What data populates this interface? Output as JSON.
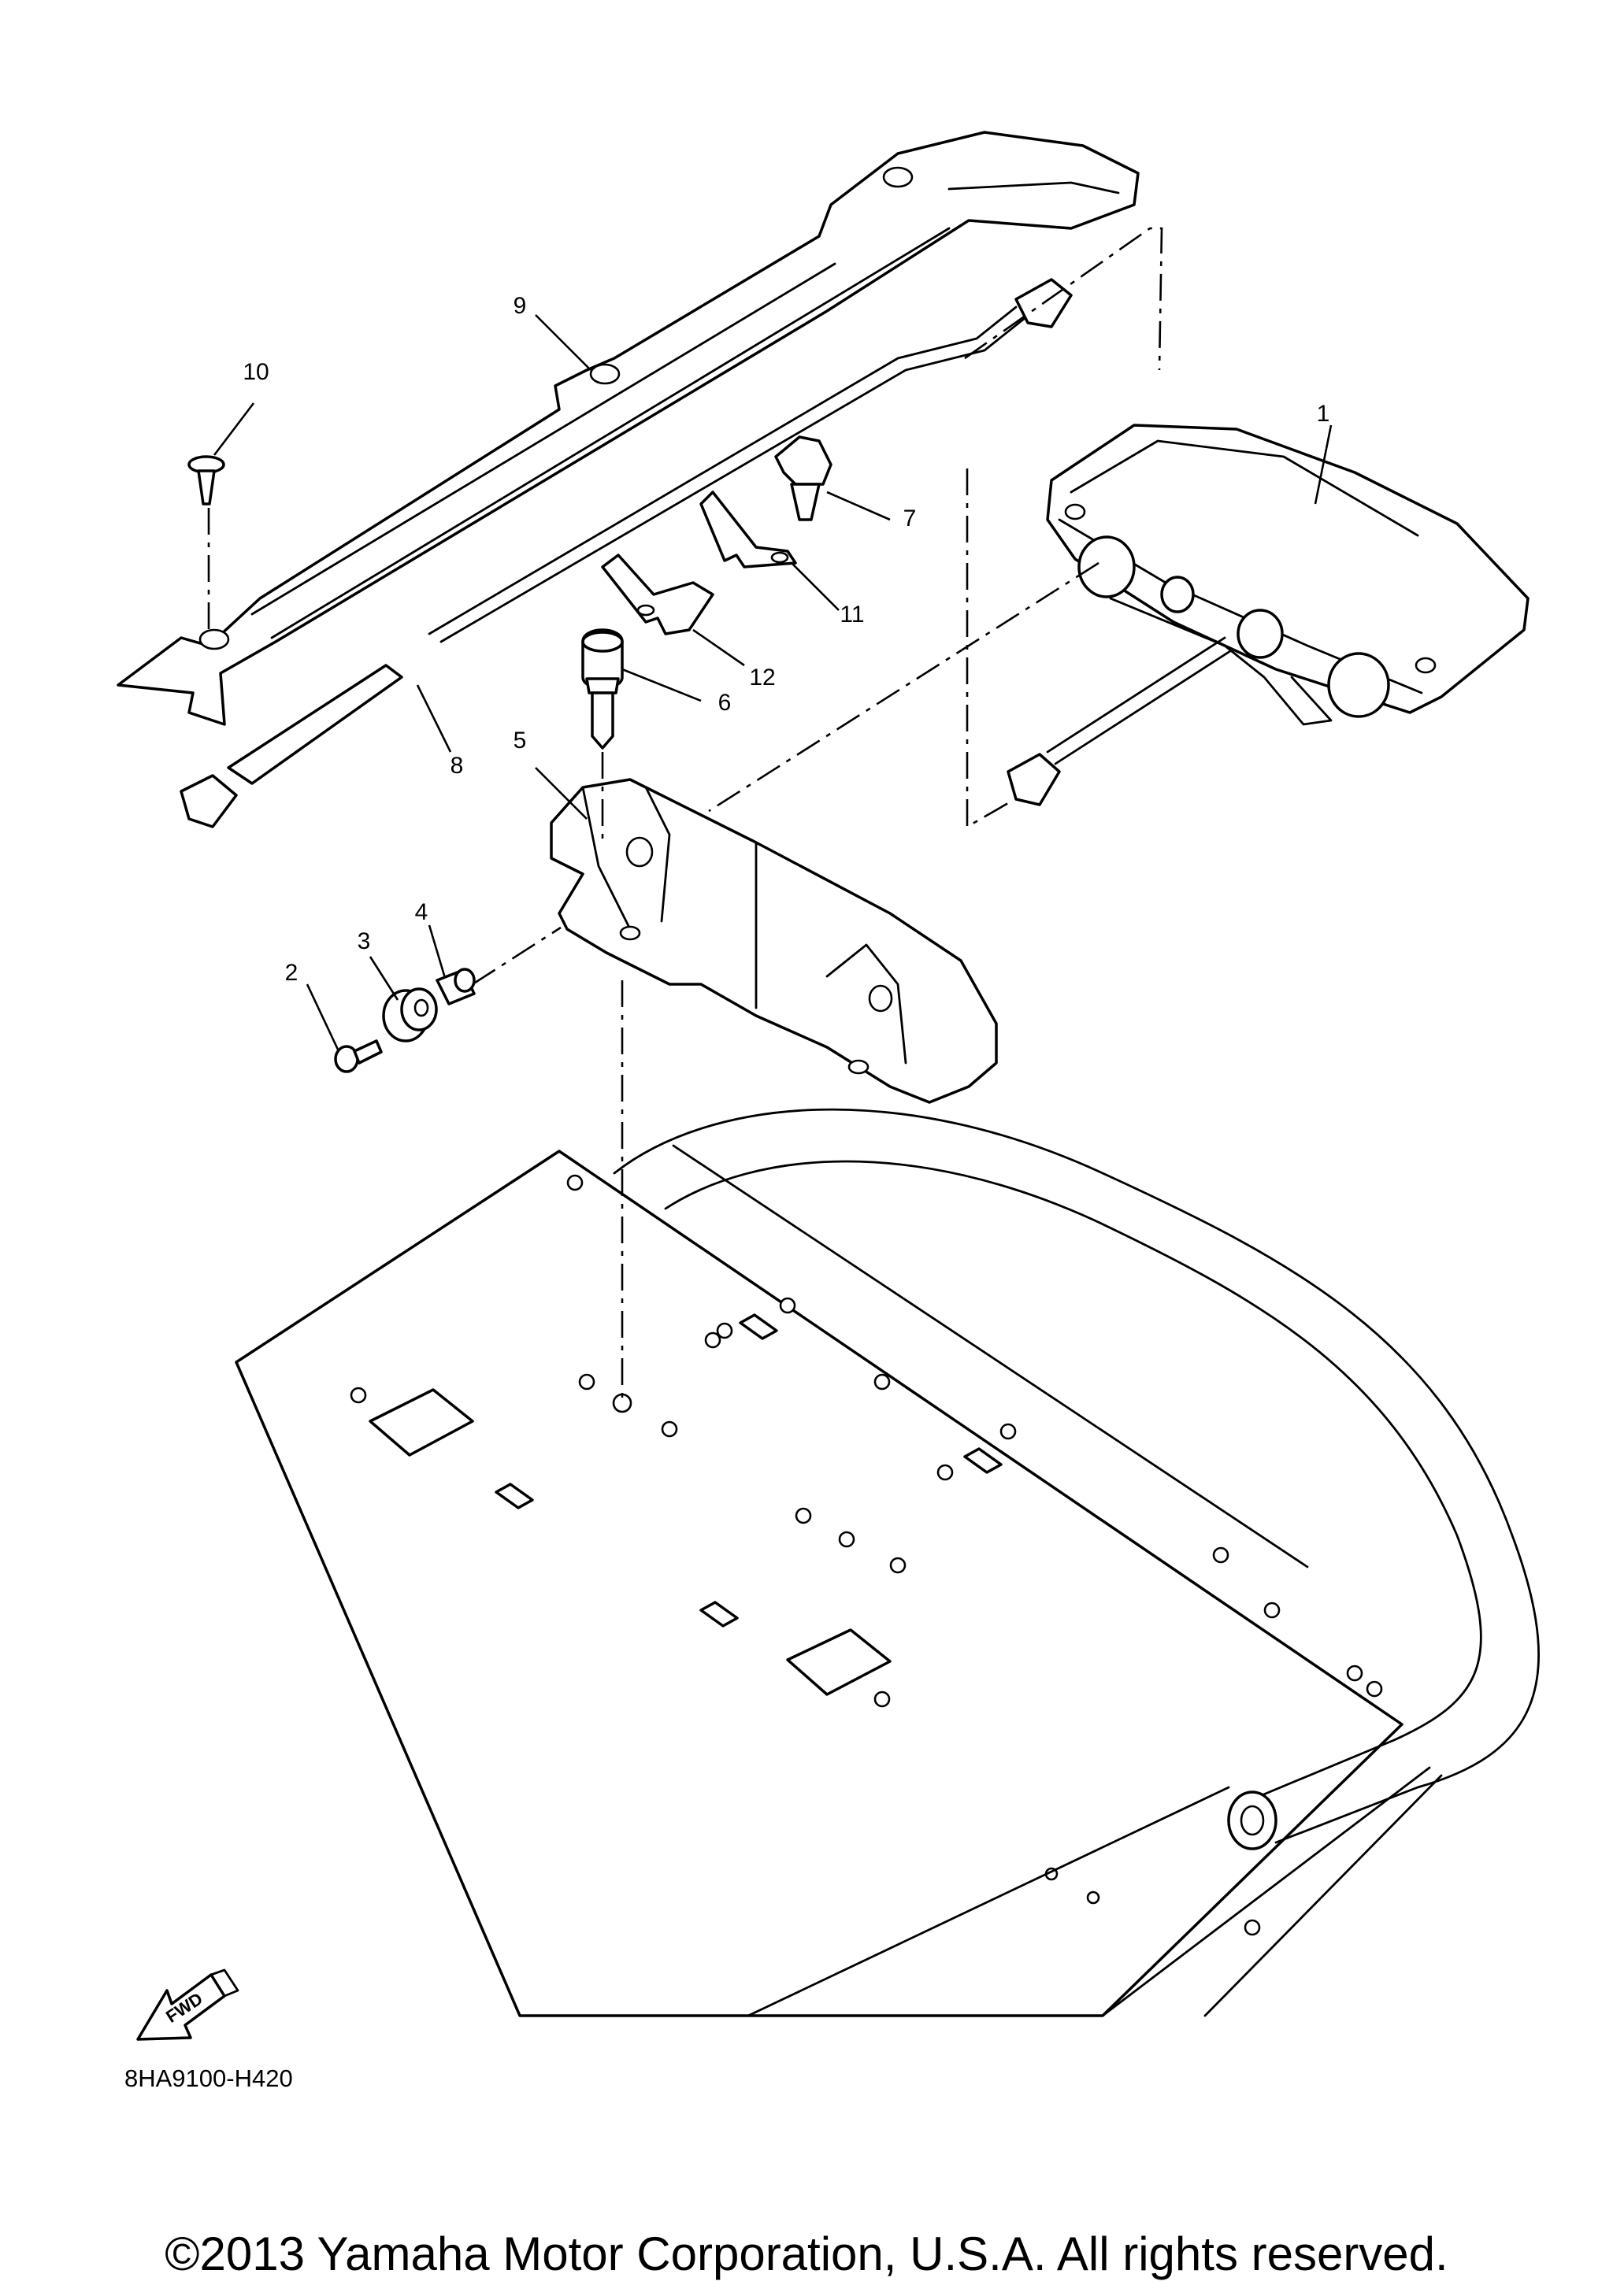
{
  "callouts": [
    "1",
    "2",
    "3",
    "4",
    "5",
    "6",
    "7",
    "8",
    "9",
    "10",
    "11",
    "12"
  ],
  "fwd_label": "FWD",
  "diagram_ref": "8HA9100-H420",
  "copyright": "©2013 Yamaha Motor Corporation, U.S.A. All rights reserved."
}
